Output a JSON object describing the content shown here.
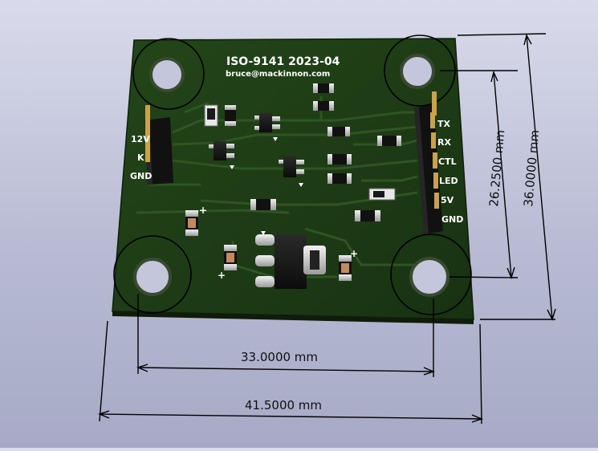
{
  "board": {
    "title": "ISO-9141 2023-04",
    "email": "bruce@mackinnon.com",
    "colors": {
      "soldermask": "#1d3a14",
      "board_edge": "#0f1f0a",
      "trace": "#2b4d1f",
      "silkscreen": "#ffffff",
      "pad_gold": "#c9a24b",
      "background_top": "#d9dbeb",
      "background_bottom": "#a7aac6"
    }
  },
  "connectors": {
    "left_header": {
      "labels": [
        "12V",
        "K",
        "GND"
      ]
    },
    "right_header": {
      "labels": [
        "TX",
        "RX",
        "CTL",
        "LED",
        "5V",
        "GND"
      ]
    }
  },
  "dimensions": {
    "inner_width": "33.0000 mm",
    "outer_width": "41.5000 mm",
    "inner_height": "26.2500 mm",
    "outer_height": "36.0000 mm"
  },
  "capacitor_polarity": [
    "+",
    "+",
    "+"
  ]
}
